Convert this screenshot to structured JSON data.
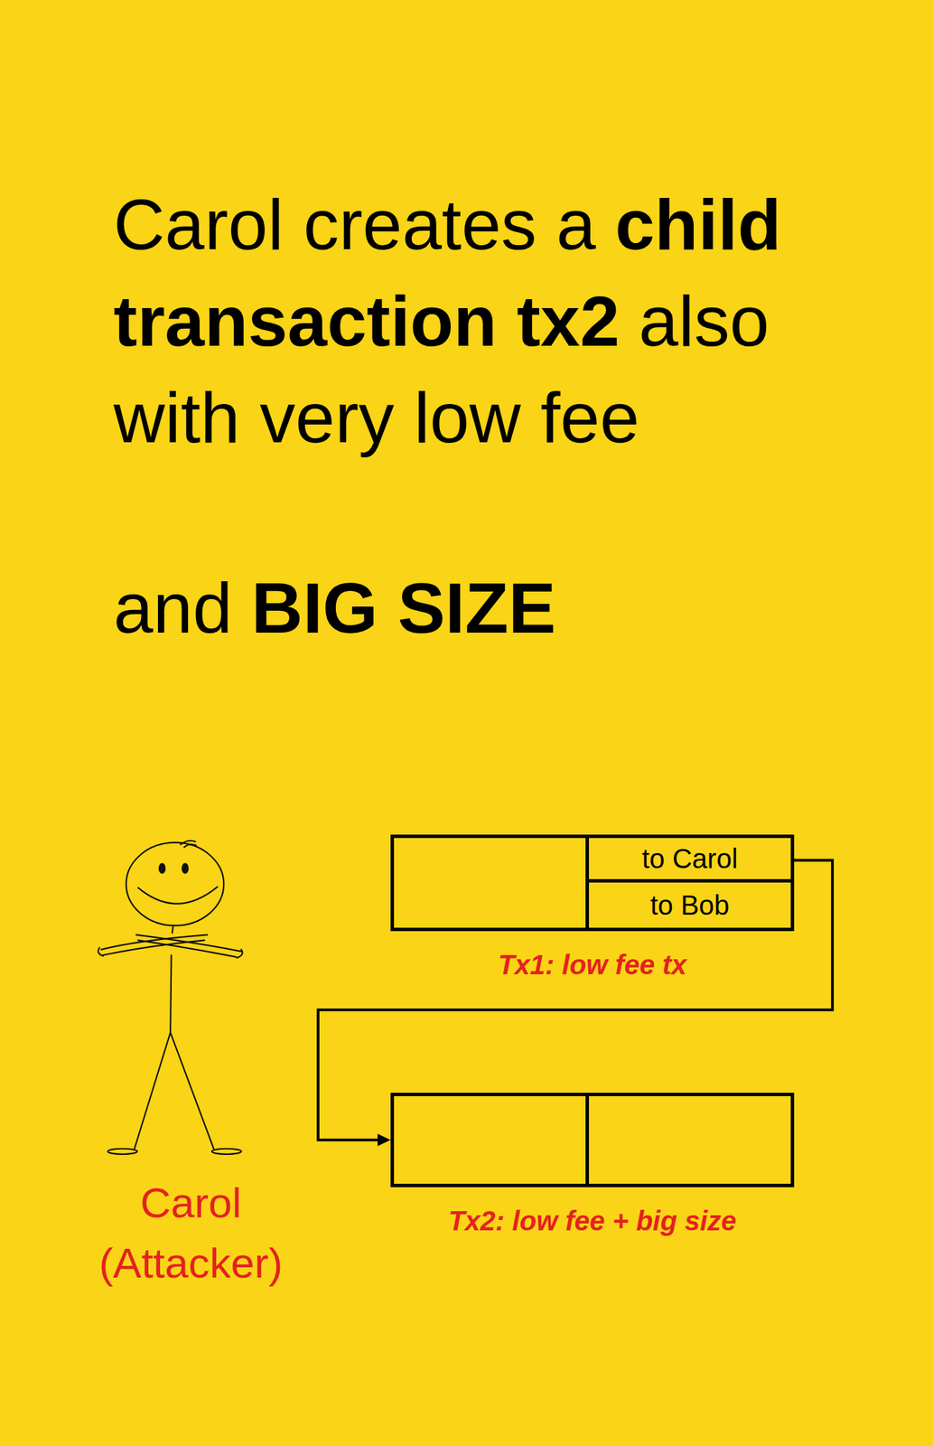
{
  "diagram": {
    "nodes": [
      {
        "text": [
          "Tx1: low fee tx"
        ]
      },
      {
        "text": [
          "to Carol"
        ],
        "in": 0
      },
      {
        "text": [
          "to Bob"
        ],
        "in": 0
      },
      {
        "text": [
          "Tx2: low fee + big size"
        ]
      }
    ],
    "edges": [
      {
        "from": 1,
        "to": 3,
        "arrow": "to"
      }
    ],
    "labels": [
      "Carol creates a",
      "child transaction tx2",
      "also with very low fee",
      "and",
      "BIG SIZE",
      "Carol (Attacker)"
    ]
  }
}
